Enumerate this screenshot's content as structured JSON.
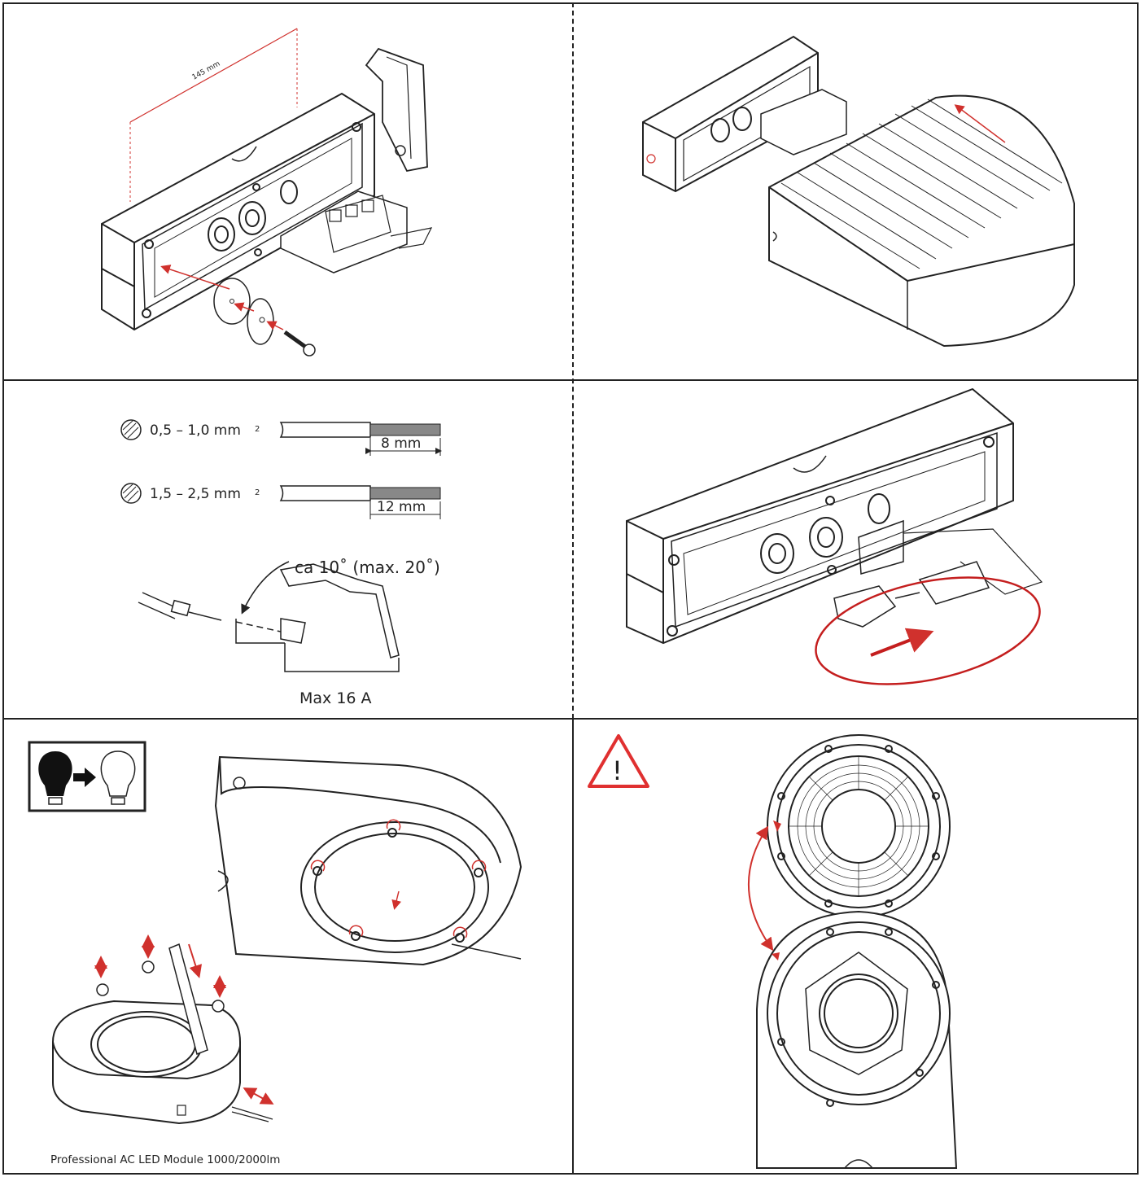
{
  "panel1": {
    "dimension_label": "145 mm"
  },
  "panel3": {
    "wire_small_section": "0,5 – 1,0 mm",
    "wire_small_sup": "2",
    "wire_small_strip": "8 mm",
    "wire_large_section": "1,5 – 2,5 mm",
    "wire_large_sup": "2",
    "wire_large_strip": "12 mm",
    "angle_label": "ca 10˚ (max. 20˚)",
    "max_current": "Max 16 A"
  },
  "panel5": {
    "module_caption": "Professional AC LED Module 1000/2000lm"
  },
  "panel6": {
    "warning_symbol": "!"
  },
  "colors": {
    "line": "#222222",
    "accent_red": "#d0312d",
    "warn_red": "#e03030"
  },
  "icons": [
    "bulb-replace-icon",
    "warning-triangle-icon",
    "screw-icon",
    "arrow-icon"
  ]
}
